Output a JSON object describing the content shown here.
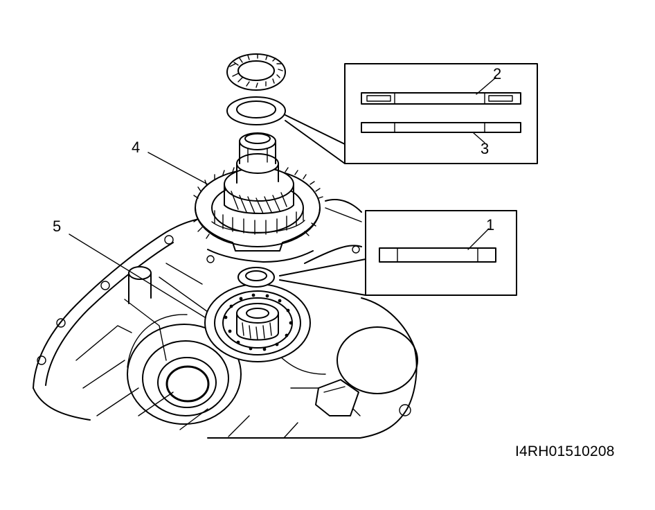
{
  "callouts": {
    "c1": "1",
    "c2": "2",
    "c3": "3",
    "c4": "4",
    "c5": "5"
  },
  "figure_code": "I4RH01510208"
}
